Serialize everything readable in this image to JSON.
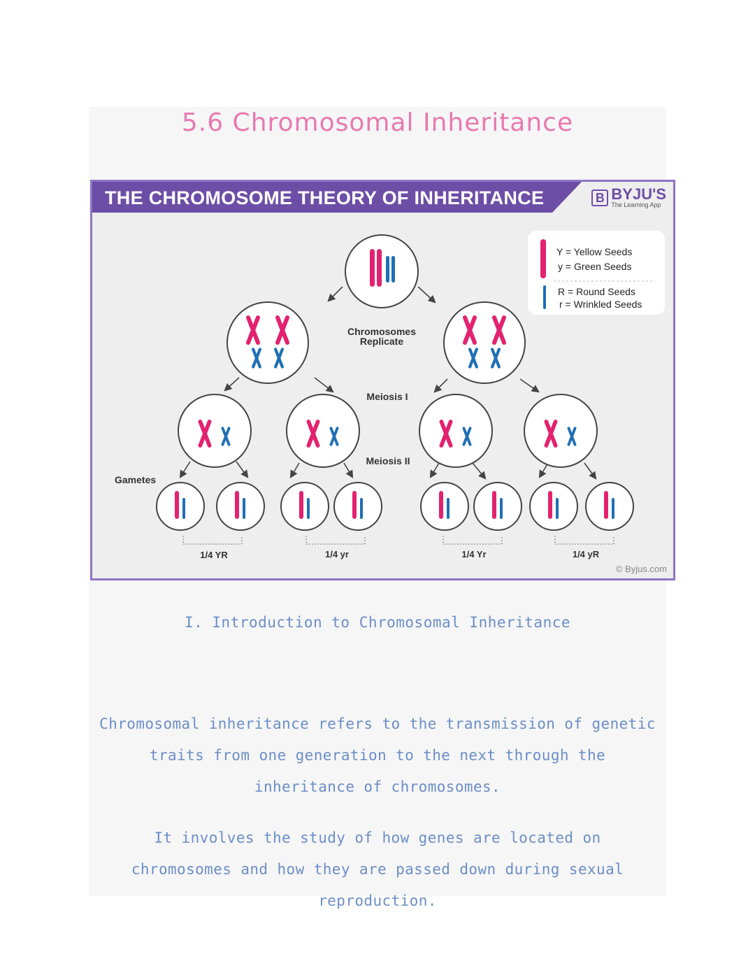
{
  "page": {
    "title": "5.6 Chromosomal Inheritance",
    "section_heading": "I. Introduction to Chromosomal Inheritance",
    "paragraphs": [
      "Chromosomal inheritance refers to the transmission of genetic traits from one generation to the next through the inheritance of chromosomes.",
      "It involves the study of how genes are located on chromosomes and how they are passed down during sexual reproduction."
    ]
  },
  "figure": {
    "banner": "THE CHROMOSOME THEORY OF INHERITANCE",
    "brand_name": "BYJU'S",
    "brand_initial": "B",
    "brand_tagline": "The Learning App",
    "copyright": "© Byjus.com",
    "legend": {
      "Y": "Y = Yellow Seeds",
      "y": "y = Green Seeds",
      "R": "R = Round Seeds",
      "r": "r = Wrinkled Seeds"
    },
    "labels": {
      "replicate": [
        "Chromosomes",
        "Replicate"
      ],
      "meiosis1": "Meiosis I",
      "meiosis2": "Meiosis II",
      "gametes": "Gametes"
    },
    "gamete_ratios": [
      "1/4 YR",
      "1/4 yr",
      "1/4 Yr",
      "1/4 yR"
    ],
    "colors": {
      "pink": "#e3226f",
      "blue": "#1f6fb5",
      "purple": "#6d4ea6",
      "title": "#e879b0",
      "body_text": "#6b8ec7"
    }
  }
}
